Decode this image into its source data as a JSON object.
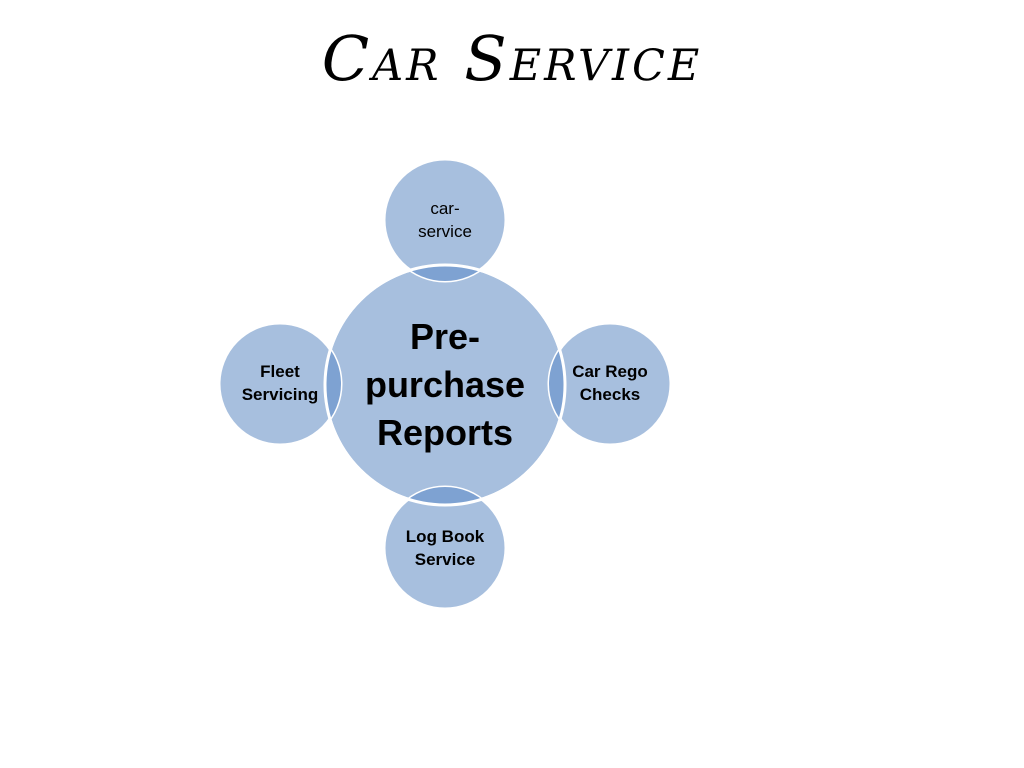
{
  "title": "Car Service",
  "diagram": {
    "center": "Pre-\npurchase\nReports",
    "top": "car-\nservice",
    "left": "Fleet\nServicing",
    "right": "Car Rego\nChecks",
    "bottom": "Log Book\nService"
  },
  "colors": {
    "circle_fill": "#a7bfde",
    "overlap_fill": "#7ea2d2",
    "circle_stroke": "#ffffff",
    "text": "#000000"
  }
}
